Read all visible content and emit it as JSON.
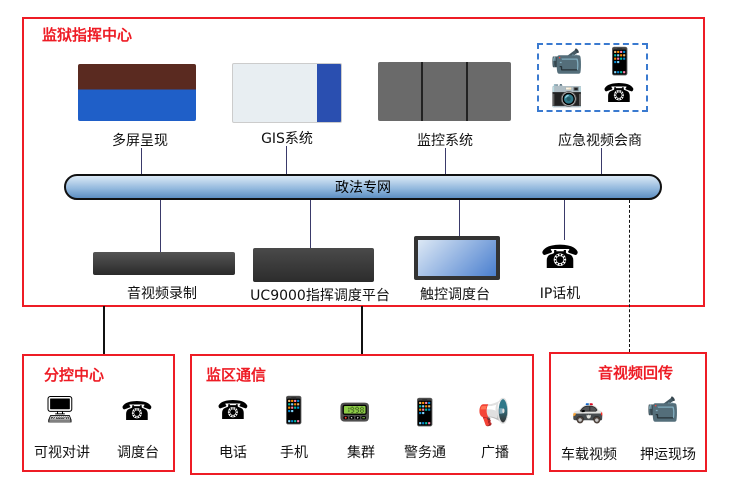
{
  "main": {
    "title": "监狱指挥中心",
    "top_items": [
      {
        "label": "多屏呈现"
      },
      {
        "label": "GIS系统"
      },
      {
        "label": "监控系统"
      },
      {
        "label": "应急视频会商"
      }
    ],
    "network": "政法专网",
    "bottom_items": [
      {
        "label": "音视频录制"
      },
      {
        "label": "UC9000指挥调度平台"
      },
      {
        "label": "触控调度台"
      },
      {
        "label": "IP话机"
      }
    ]
  },
  "sub_center": {
    "title": "分控中心",
    "items": [
      {
        "label": "可视对讲"
      },
      {
        "label": "调度台"
      }
    ]
  },
  "prison_comm": {
    "title": "监区通信",
    "items": [
      {
        "label": "电话"
      },
      {
        "label": "手机"
      },
      {
        "label": "集群"
      },
      {
        "label": "警务通"
      },
      {
        "label": "广播"
      }
    ]
  },
  "av_return": {
    "title": "音视频回传",
    "items": [
      {
        "label": "车载视频"
      },
      {
        "label": "押运现场"
      }
    ]
  },
  "colors": {
    "accent": "#ee1c25",
    "pipe": "#a9c8e6"
  }
}
